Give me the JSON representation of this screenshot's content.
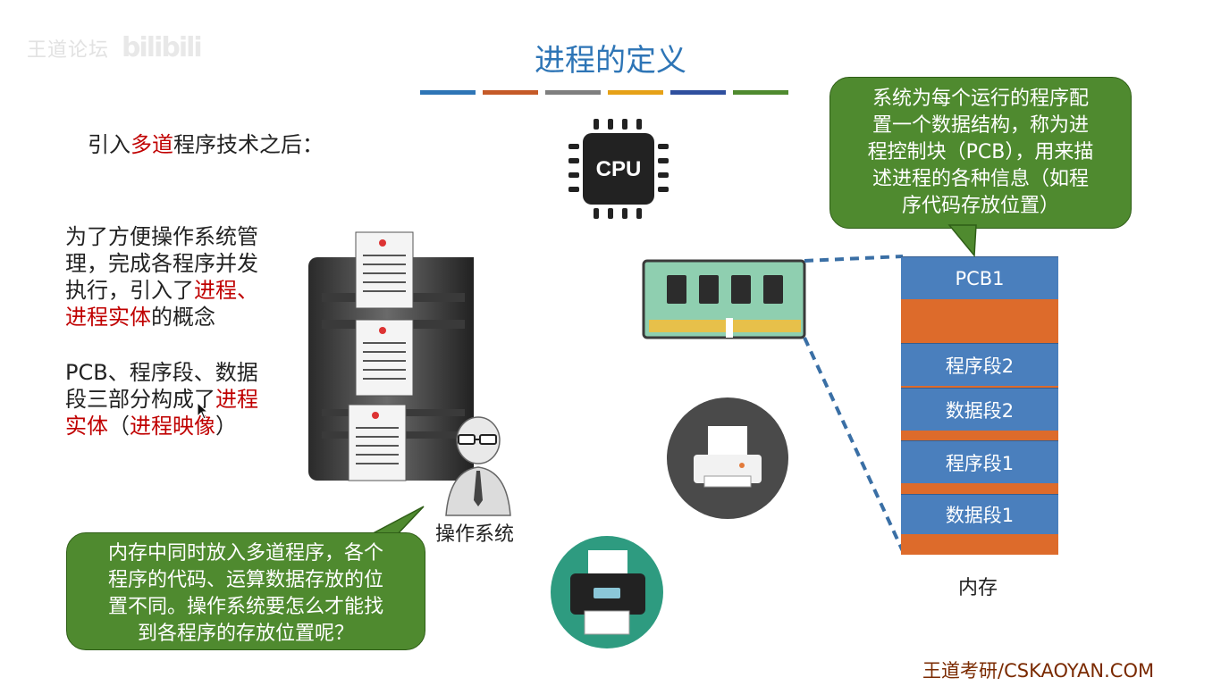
{
  "watermark": {
    "text": "王道论坛",
    "bili": "bilibili"
  },
  "slide": {
    "title": "进程的定义",
    "stripe_colors": [
      "#2e75b6",
      "#c55a28",
      "#7f7f7f",
      "#e6a117",
      "#2f4f9e",
      "#4f8a2f"
    ],
    "intro_prefix": "引入",
    "intro_red": "多道",
    "intro_suffix": "程序技术之后："
  },
  "left_text": {
    "p1_line1": "为了方便操作系统管",
    "p1_line2": "理，完成各程序并发",
    "p1_line3_black": "执行，引入了",
    "p1_line3_red": "进程、",
    "p1_line4_red": "进程实体",
    "p1_line4_black": "的概念",
    "p2_line1": "PCB、程序段、数据",
    "p2_line2_black": "段三部分构成了",
    "p2_line2_red": "进程",
    "p2_line3_red1": "实体",
    "p2_line3_black1": "（",
    "p2_line3_red2": "进程映像",
    "p2_line3_black2": "）"
  },
  "labels": {
    "os": "操作系统",
    "memory": "内存",
    "cpu": "CPU"
  },
  "callouts": {
    "top": {
      "line1": "系统为每个运行的程序配",
      "line2": "置一个数据结构，称为进",
      "line3": "程控制块（PCB），用来描",
      "line4": "述进程的各种信息（如程",
      "line5": "序代码存放位置）"
    },
    "bottom": {
      "line1": "内存中同时放入多道程序，各个",
      "line2": "程序的代码、运算数据存放的位",
      "line3": "置不同。操作系统要怎么才能找",
      "line4": "到各程序的存放位置呢？"
    }
  },
  "memory_blocks": [
    {
      "label": "PCB1"
    },
    {
      "label": "程序段2"
    },
    {
      "label": "数据段2"
    },
    {
      "label": "程序段1"
    },
    {
      "label": "数据段1"
    }
  ],
  "colors": {
    "accent_blue": "#2e75b6",
    "highlight_red": "#c00000",
    "callout_green": "#4f8a2f",
    "memory_orange": "#dd6b2b",
    "memory_blue": "#4a7fbd"
  },
  "footer": {
    "brand": "王道考研/CSKAOYAN.COM"
  }
}
